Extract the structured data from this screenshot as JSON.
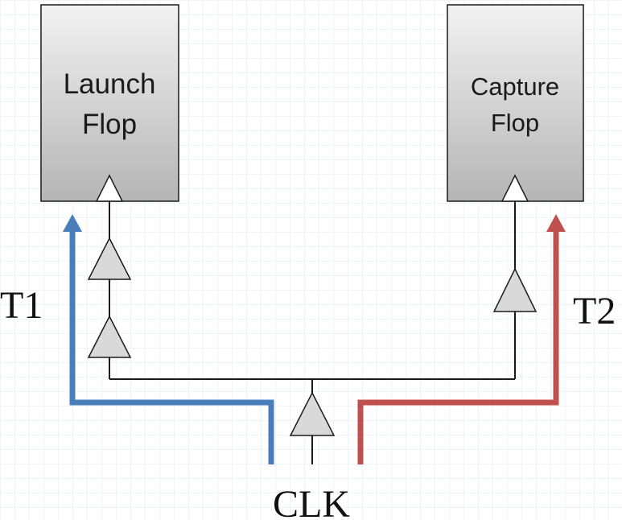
{
  "launch_flop": {
    "line1": "Launch",
    "line2": "Flop"
  },
  "capture_flop": {
    "line1": "Capture",
    "line2": "Flop"
  },
  "labels": {
    "t1": "T1",
    "t2": "T2",
    "clk": "CLK"
  },
  "colors": {
    "t1_path": "#4a7ebb",
    "t2_path": "#c0504d",
    "wire": "#1a1a1a",
    "buffer_fill": "#d9d9d9",
    "grid": "#dfe8f5"
  }
}
